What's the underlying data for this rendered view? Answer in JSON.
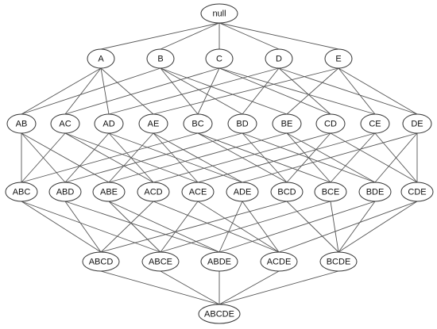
{
  "diagram": {
    "levels": [
      [
        "null"
      ],
      [
        "A",
        "B",
        "C",
        "D",
        "E"
      ],
      [
        "AB",
        "AC",
        "AD",
        "AE",
        "BC",
        "BD",
        "BE",
        "CD",
        "CE",
        "DE"
      ],
      [
        "ABC",
        "ABD",
        "ABE",
        "ACD",
        "ACE",
        "ADE",
        "BCD",
        "BCE",
        "BDE",
        "CDE"
      ],
      [
        "ABCD",
        "ABCE",
        "ABDE",
        "ACDE",
        "BCDE"
      ],
      [
        "ABCDE"
      ]
    ],
    "edges": [
      [
        "null",
        "A"
      ],
      [
        "null",
        "B"
      ],
      [
        "null",
        "C"
      ],
      [
        "null",
        "D"
      ],
      [
        "null",
        "E"
      ],
      [
        "A",
        "AB"
      ],
      [
        "A",
        "AC"
      ],
      [
        "A",
        "AD"
      ],
      [
        "A",
        "AE"
      ],
      [
        "B",
        "AB"
      ],
      [
        "B",
        "BC"
      ],
      [
        "B",
        "BD"
      ],
      [
        "B",
        "BE"
      ],
      [
        "C",
        "AC"
      ],
      [
        "C",
        "BC"
      ],
      [
        "C",
        "CD"
      ],
      [
        "C",
        "CE"
      ],
      [
        "D",
        "AD"
      ],
      [
        "D",
        "BD"
      ],
      [
        "D",
        "CD"
      ],
      [
        "D",
        "DE"
      ],
      [
        "E",
        "AE"
      ],
      [
        "E",
        "BE"
      ],
      [
        "E",
        "CE"
      ],
      [
        "E",
        "DE"
      ],
      [
        "AB",
        "ABC"
      ],
      [
        "AB",
        "ABD"
      ],
      [
        "AB",
        "ABE"
      ],
      [
        "AC",
        "ABC"
      ],
      [
        "AC",
        "ACD"
      ],
      [
        "AC",
        "ACE"
      ],
      [
        "AD",
        "ABD"
      ],
      [
        "AD",
        "ACD"
      ],
      [
        "AD",
        "ADE"
      ],
      [
        "AE",
        "ABE"
      ],
      [
        "AE",
        "ACE"
      ],
      [
        "AE",
        "ADE"
      ],
      [
        "BC",
        "ABC"
      ],
      [
        "BC",
        "BCD"
      ],
      [
        "BC",
        "BCE"
      ],
      [
        "BD",
        "ABD"
      ],
      [
        "BD",
        "BCD"
      ],
      [
        "BD",
        "BDE"
      ],
      [
        "BE",
        "ABE"
      ],
      [
        "BE",
        "BCE"
      ],
      [
        "BE",
        "BDE"
      ],
      [
        "CD",
        "ACD"
      ],
      [
        "CD",
        "BCD"
      ],
      [
        "CD",
        "CDE"
      ],
      [
        "CE",
        "ACE"
      ],
      [
        "CE",
        "BCE"
      ],
      [
        "CE",
        "CDE"
      ],
      [
        "DE",
        "ADE"
      ],
      [
        "DE",
        "BDE"
      ],
      [
        "DE",
        "CDE"
      ],
      [
        "ABC",
        "ABCD"
      ],
      [
        "ABC",
        "ABCE"
      ],
      [
        "ABD",
        "ABCD"
      ],
      [
        "ABD",
        "ABDE"
      ],
      [
        "ABE",
        "ABCE"
      ],
      [
        "ABE",
        "ABDE"
      ],
      [
        "ACD",
        "ABCD"
      ],
      [
        "ACD",
        "ACDE"
      ],
      [
        "ACE",
        "ABCE"
      ],
      [
        "ACE",
        "ACDE"
      ],
      [
        "ADE",
        "ABDE"
      ],
      [
        "ADE",
        "ACDE"
      ],
      [
        "BCD",
        "ABCD"
      ],
      [
        "BCD",
        "BCDE"
      ],
      [
        "BCE",
        "ABCE"
      ],
      [
        "BCE",
        "BCDE"
      ],
      [
        "BDE",
        "ABDE"
      ],
      [
        "BDE",
        "BCDE"
      ],
      [
        "CDE",
        "ACDE"
      ],
      [
        "CDE",
        "BCDE"
      ],
      [
        "ABCD",
        "ABCDE"
      ],
      [
        "ABCE",
        "ABCDE"
      ],
      [
        "ABDE",
        "ABCDE"
      ],
      [
        "ACDE",
        "ABCDE"
      ],
      [
        "BCDE",
        "ABCDE"
      ]
    ]
  }
}
